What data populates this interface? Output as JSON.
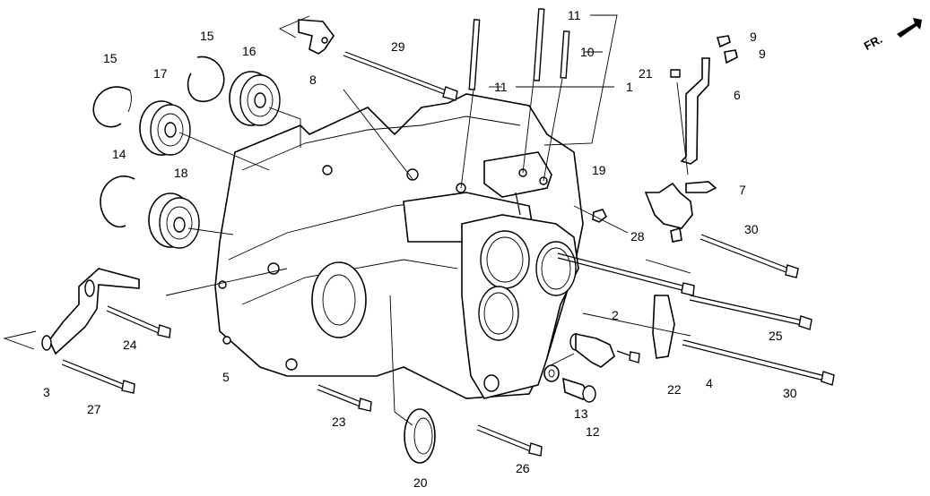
{
  "diagram": {
    "type": "exploded-parts-diagram",
    "subject": "Transmission case assembly",
    "direction_indicator": "FR.",
    "labels": [
      {
        "id": "l1",
        "text": "1"
      },
      {
        "id": "l2",
        "text": "2"
      },
      {
        "id": "l3",
        "text": "3"
      },
      {
        "id": "l4",
        "text": "4"
      },
      {
        "id": "l5",
        "text": "5"
      },
      {
        "id": "l6",
        "text": "6"
      },
      {
        "id": "l7",
        "text": "7"
      },
      {
        "id": "l8",
        "text": "8"
      },
      {
        "id": "l9a",
        "text": "9"
      },
      {
        "id": "l9b",
        "text": "9"
      },
      {
        "id": "l10",
        "text": "10"
      },
      {
        "id": "l11a",
        "text": "11"
      },
      {
        "id": "l11b",
        "text": "11"
      },
      {
        "id": "l12",
        "text": "12"
      },
      {
        "id": "l13",
        "text": "13"
      },
      {
        "id": "l14",
        "text": "14"
      },
      {
        "id": "l15a",
        "text": "15"
      },
      {
        "id": "l15b",
        "text": "15"
      },
      {
        "id": "l16",
        "text": "16"
      },
      {
        "id": "l17",
        "text": "17"
      },
      {
        "id": "l18",
        "text": "18"
      },
      {
        "id": "l19",
        "text": "19"
      },
      {
        "id": "l20",
        "text": "20"
      },
      {
        "id": "l21",
        "text": "21"
      },
      {
        "id": "l22",
        "text": "22"
      },
      {
        "id": "l23",
        "text": "23"
      },
      {
        "id": "l24",
        "text": "24"
      },
      {
        "id": "l25",
        "text": "25"
      },
      {
        "id": "l26",
        "text": "26"
      },
      {
        "id": "l27",
        "text": "27"
      },
      {
        "id": "l28",
        "text": "28"
      },
      {
        "id": "l29",
        "text": "29"
      },
      {
        "id": "l30a",
        "text": "30"
      },
      {
        "id": "l30b",
        "text": "30"
      }
    ]
  }
}
